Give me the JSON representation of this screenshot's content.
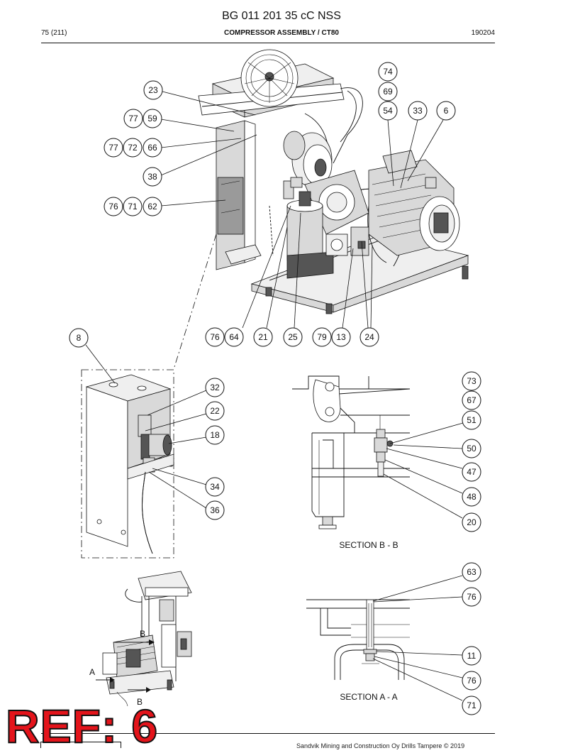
{
  "header": {
    "title": "BG 011 201 35 cC NSS",
    "page_number": "75 (211)",
    "subtitle": "COMPRESSOR ASSEMBLY / CT80",
    "date_code": "190204"
  },
  "sections": {
    "section_bb": "SECTION B - B",
    "section_aa": "SECTION A - A",
    "view_marker_a": "A",
    "view_marker_b_top": "B",
    "view_marker_b_bottom": "B"
  },
  "callouts": {
    "main": [
      "74",
      "69",
      "54",
      "33",
      "6",
      "23",
      "77",
      "59",
      "77",
      "72",
      "66",
      "38",
      "76",
      "71",
      "62",
      "76",
      "64",
      "21",
      "25",
      "79",
      "13",
      "24"
    ],
    "detail_bracket": [
      "8",
      "32",
      "22",
      "18",
      "34",
      "36"
    ],
    "section_bb": [
      "73",
      "67",
      "51",
      "50",
      "47",
      "48",
      "20"
    ],
    "section_aa": [
      "63",
      "76",
      "11",
      "76",
      "71"
    ]
  },
  "stamp": {
    "text": "REF: 6"
  },
  "footer": {
    "copyright": "Sandvik Mining and Construction Oy Drills Tampere © 2019"
  }
}
